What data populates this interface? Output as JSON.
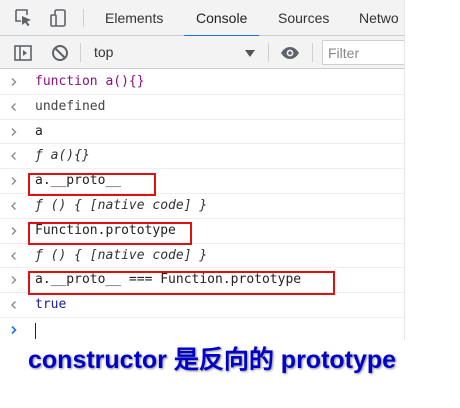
{
  "tabs": [
    {
      "label": "Elements",
      "active": false
    },
    {
      "label": "Console",
      "active": true
    },
    {
      "label": "Sources",
      "active": false
    },
    {
      "label": "Netwo",
      "active": false
    }
  ],
  "toolbar": {
    "context": "top",
    "filter_placeholder": "Filter"
  },
  "console": {
    "rows": [
      {
        "kind": "input",
        "text": "function a(){}"
      },
      {
        "kind": "output",
        "text": "undefined"
      },
      {
        "kind": "input",
        "text": "a"
      },
      {
        "kind": "output",
        "text": "ƒ a(){}"
      },
      {
        "kind": "input",
        "text": "a.__proto__",
        "highlighted": true
      },
      {
        "kind": "output",
        "text": "ƒ () { [native code] }"
      },
      {
        "kind": "input",
        "text": "Function.prototype",
        "highlighted": true
      },
      {
        "kind": "output",
        "text": "ƒ () { [native code] }"
      },
      {
        "kind": "input",
        "text": "a.__proto__ === Function.prototype",
        "highlighted": true
      },
      {
        "kind": "output",
        "text": "true"
      }
    ]
  },
  "caption": "constructor 是反向的 prototype",
  "colors": {
    "highlight_border": "#e01010",
    "caption_text": "#0000cc",
    "active_tab_underline": "#1a73e8",
    "prompt_blue": "#1a73e8"
  },
  "icons": [
    "inspect-element-icon",
    "device-toolbar-icon",
    "sidebar-toggle-icon",
    "clear-console-icon",
    "eye-icon",
    "dropdown-arrow-icon",
    "input-chevron-icon",
    "output-arrow-icon",
    "prompt-chevron-icon"
  ]
}
